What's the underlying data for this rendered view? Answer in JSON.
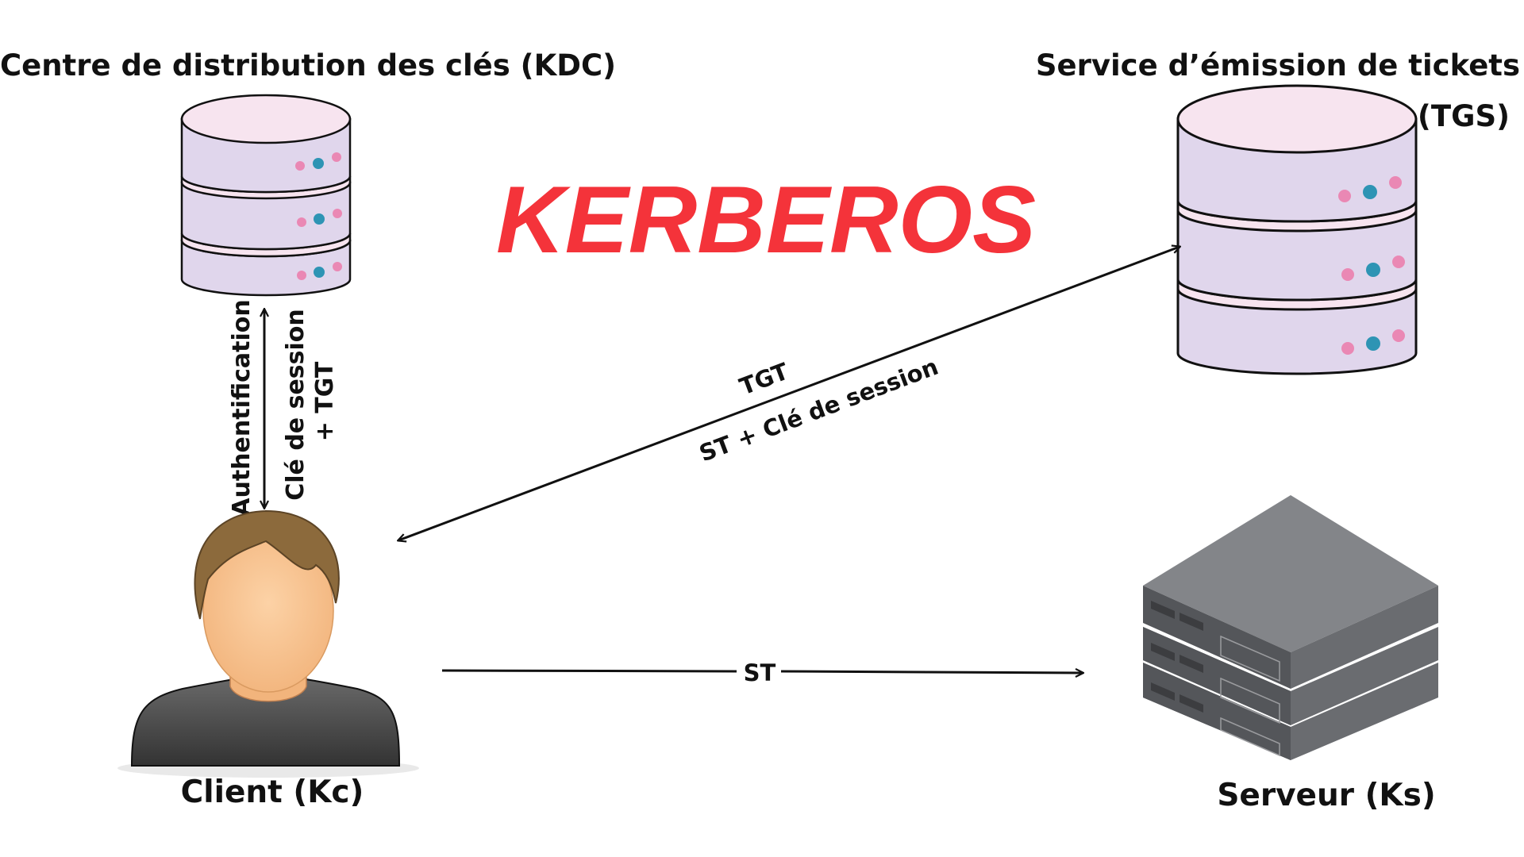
{
  "title": "KERBEROS",
  "nodes": {
    "kdc": {
      "label": "Centre de distribution des clés (KDC)",
      "icon": "database-server-icon"
    },
    "tgs": {
      "label_line1": "Service d’émission de tickets",
      "label_line2": "(TGS)",
      "icon": "database-server-icon"
    },
    "client": {
      "label": "Client (Kc)",
      "icon": "user-avatar-icon"
    },
    "server": {
      "label": "Serveur (Ks)",
      "icon": "rack-server-icon"
    }
  },
  "edges": {
    "client_kdc": {
      "label_up": "Authentification",
      "label_down_1": "Clé de session",
      "label_down_2": "+ TGT"
    },
    "client_tgs": {
      "label_up": "TGT",
      "label_down": "ST + Clé de session"
    },
    "client_server": {
      "label": "ST"
    }
  },
  "colors": {
    "title": "#f4333a",
    "db_top": "#f7e4ef",
    "db_body": "#e0d6ec",
    "db_dot_pink": "#ea88b4",
    "db_dot_teal": "#2e94b4",
    "server_top": "#838589",
    "server_side": "#6a6c70",
    "server_front": "#54565a",
    "person_hair": "#8c6a3c",
    "person_skin": "#f8c592",
    "person_shirt": "#4a4a4a"
  }
}
